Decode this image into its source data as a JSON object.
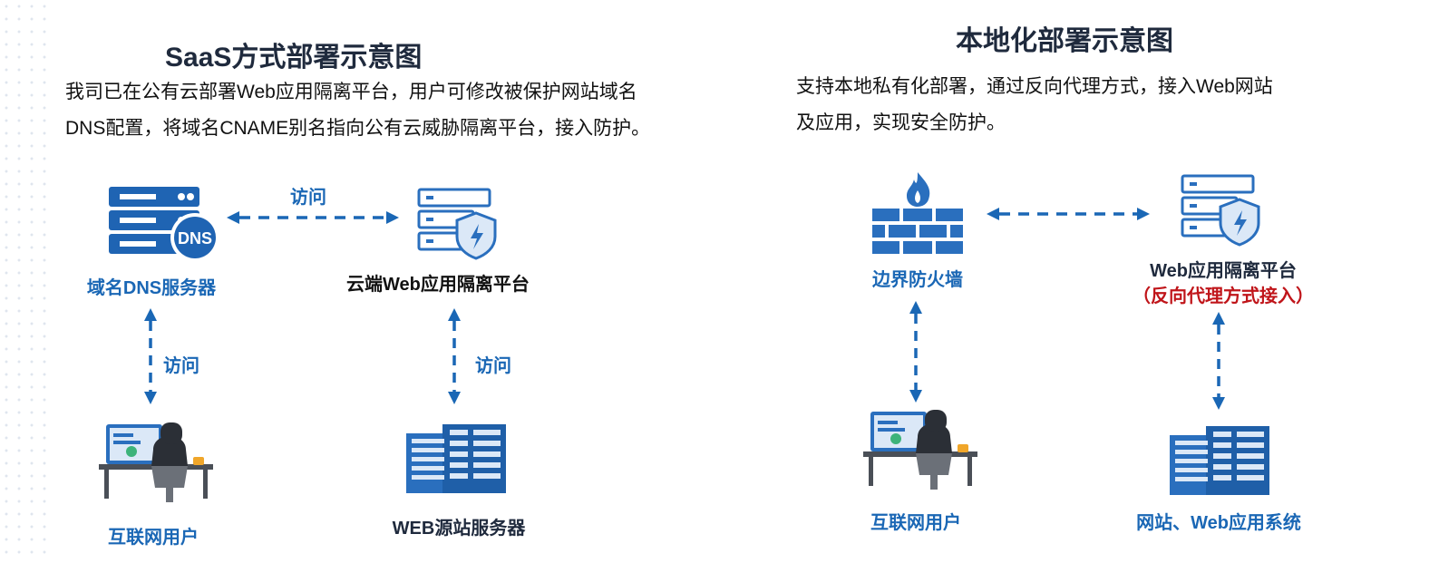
{
  "saas": {
    "title": "SaaS方式部署示意图",
    "desc_line1": "我司已在公有云部署Web应用隔离平台，用户可修改被保护网站域名",
    "desc_line2": "DNS配置，将域名CNAME别名指向公有云威胁隔离平台，接入防护。",
    "dns_server_label": "域名DNS服务器",
    "dns_badge": "DNS",
    "cloud_platform_label": "云端Web应用隔离平台",
    "internet_user_label": "互联网用户",
    "web_origin_label": "WEB源站服务器",
    "access_label_top": "访问",
    "access_label_left": "访问",
    "access_label_right": "访问"
  },
  "local": {
    "title": "本地化部署示意图",
    "desc_line1": "支持本地私有化部署，通过反向代理方式，接入Web网站",
    "desc_line2": "及应用，实现安全防护。",
    "firewall_label": "边界防火墙",
    "platform_label": "Web应用隔离平台",
    "platform_sublabel": "（反向代理方式接入）",
    "internet_user_label": "互联网用户",
    "web_system_label": "网站、Web应用系统"
  },
  "colors": {
    "accent_blue": "#1a67b5",
    "icon_blue": "#2a6fbe",
    "highlight_red": "#c0151a",
    "title_dark": "#1f2a3d"
  },
  "icons": {
    "dns_server": "dns-server-icon",
    "cloud_platform": "shield-server-icon",
    "internet_user": "user-workstation-icon",
    "web_server": "server-rack-icon",
    "firewall": "firewall-icon"
  }
}
